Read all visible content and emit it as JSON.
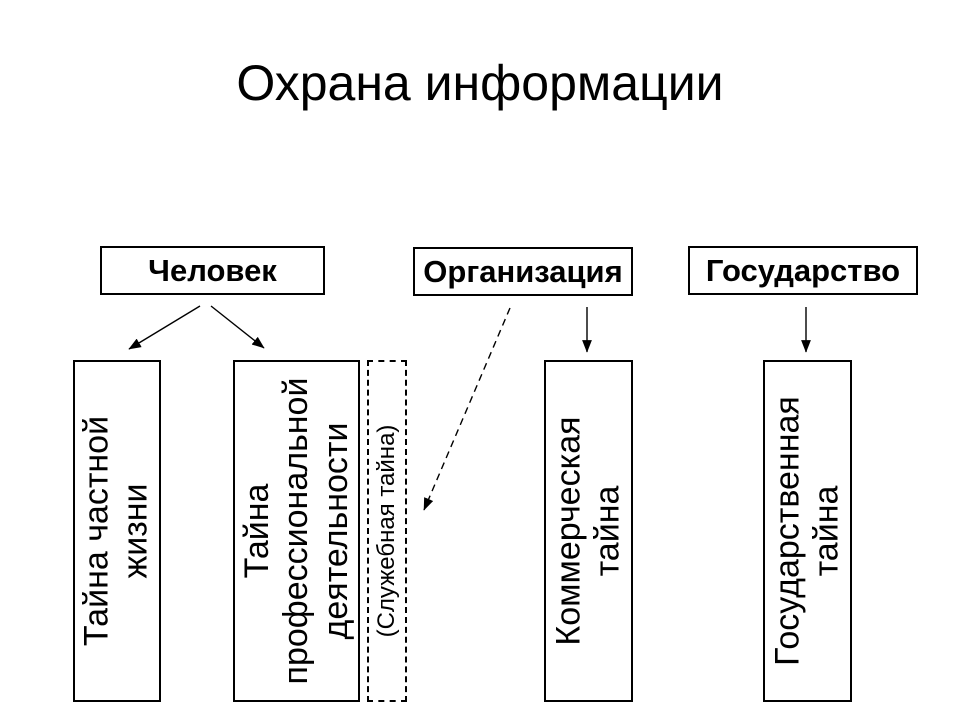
{
  "title": "Охрана информации",
  "colors": {
    "ink": "#000000",
    "background": "#ffffff"
  },
  "top_nodes": [
    {
      "id": "person",
      "label": "Человек"
    },
    {
      "id": "organization",
      "label": "Организация"
    },
    {
      "id": "state",
      "label": "Государство"
    }
  ],
  "leaf_nodes": [
    {
      "id": "private-life",
      "label": "Тайна частной жизни",
      "border": "solid"
    },
    {
      "id": "professional",
      "label": "Тайна профессиональной деятельности",
      "border": "solid"
    },
    {
      "id": "official",
      "label": "(Служебная тайна)",
      "border": "dashed"
    },
    {
      "id": "commercial",
      "label": "Коммерческая тайна",
      "border": "solid"
    },
    {
      "id": "state-secret",
      "label": "Государственная тайна",
      "border": "solid"
    }
  ],
  "edges": [
    {
      "from": "Человек",
      "to": "Тайна частной жизни",
      "style": "solid"
    },
    {
      "from": "Человек",
      "to": "Тайна профессиональной деятельности",
      "style": "solid"
    },
    {
      "from": "Организация",
      "to": "(Служебная тайна)",
      "style": "dashed"
    },
    {
      "from": "Организация",
      "to": "Коммерческая тайна",
      "style": "solid"
    },
    {
      "from": "Государство",
      "to": "Государственная тайна",
      "style": "solid"
    }
  ]
}
